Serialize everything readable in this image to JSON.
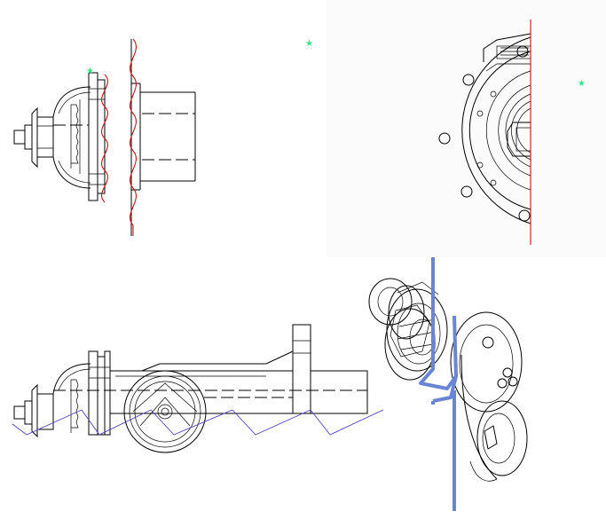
{
  "views": [
    {
      "id": "side-view-short",
      "break_line": "wavy"
    },
    {
      "id": "front-view-half",
      "break_line": "straight"
    },
    {
      "id": "side-view-full",
      "break_line": "zigzag"
    },
    {
      "id": "isometric-view",
      "break_line": "z-break"
    }
  ],
  "markers": {
    "symbol": "★",
    "color": "#2ee88a"
  },
  "colors": {
    "line": "#000000",
    "break_red": "#cc1111",
    "break_blue": "#6b85d6",
    "break_purple": "#4b3cc4",
    "background_right_panel": "#fbfbfb"
  }
}
